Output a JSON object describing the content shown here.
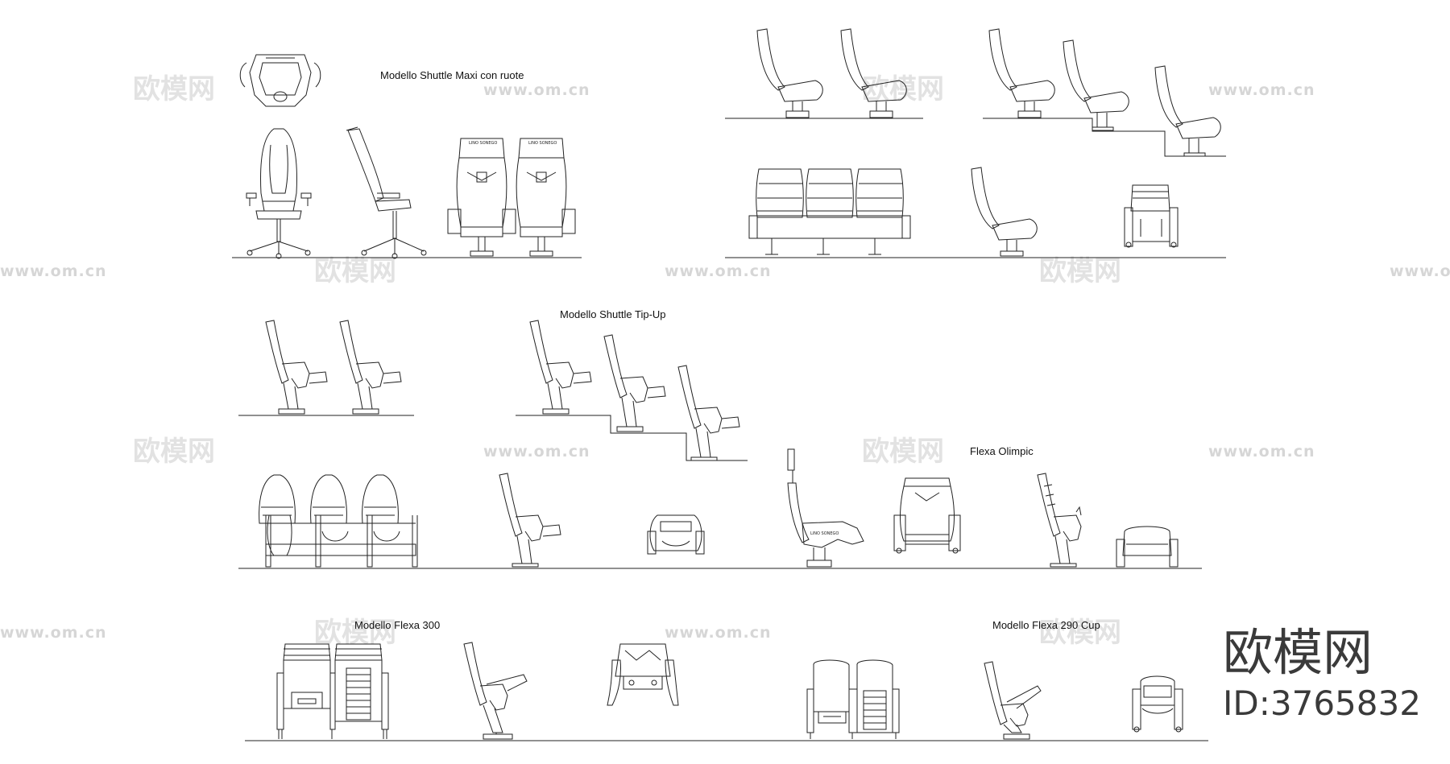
{
  "titles": {
    "shuttle_maxi": "Modello Shuttle Maxi con ruote",
    "shuttle_tipup": "Modello Shuttle Tip-Up",
    "flexa_olimpic": "Flexa Olimpic",
    "flexa_300": "Modello Flexa 300",
    "flexa_290": "Modello Flexa 290 Cup"
  },
  "seat_labels": {
    "headrest_a": "LINO SONEGO",
    "headrest_b": "LINO SONEGO",
    "olimpic_side": "LINO SONEGO"
  },
  "watermark": {
    "text": "www.om.cn",
    "cn": "欧模网"
  },
  "brand": {
    "name": "欧模网",
    "id": "ID:3765832"
  },
  "colors": {
    "line": "#222222",
    "watermark": "#d6d6d6",
    "brand": "#3a3a3a"
  }
}
